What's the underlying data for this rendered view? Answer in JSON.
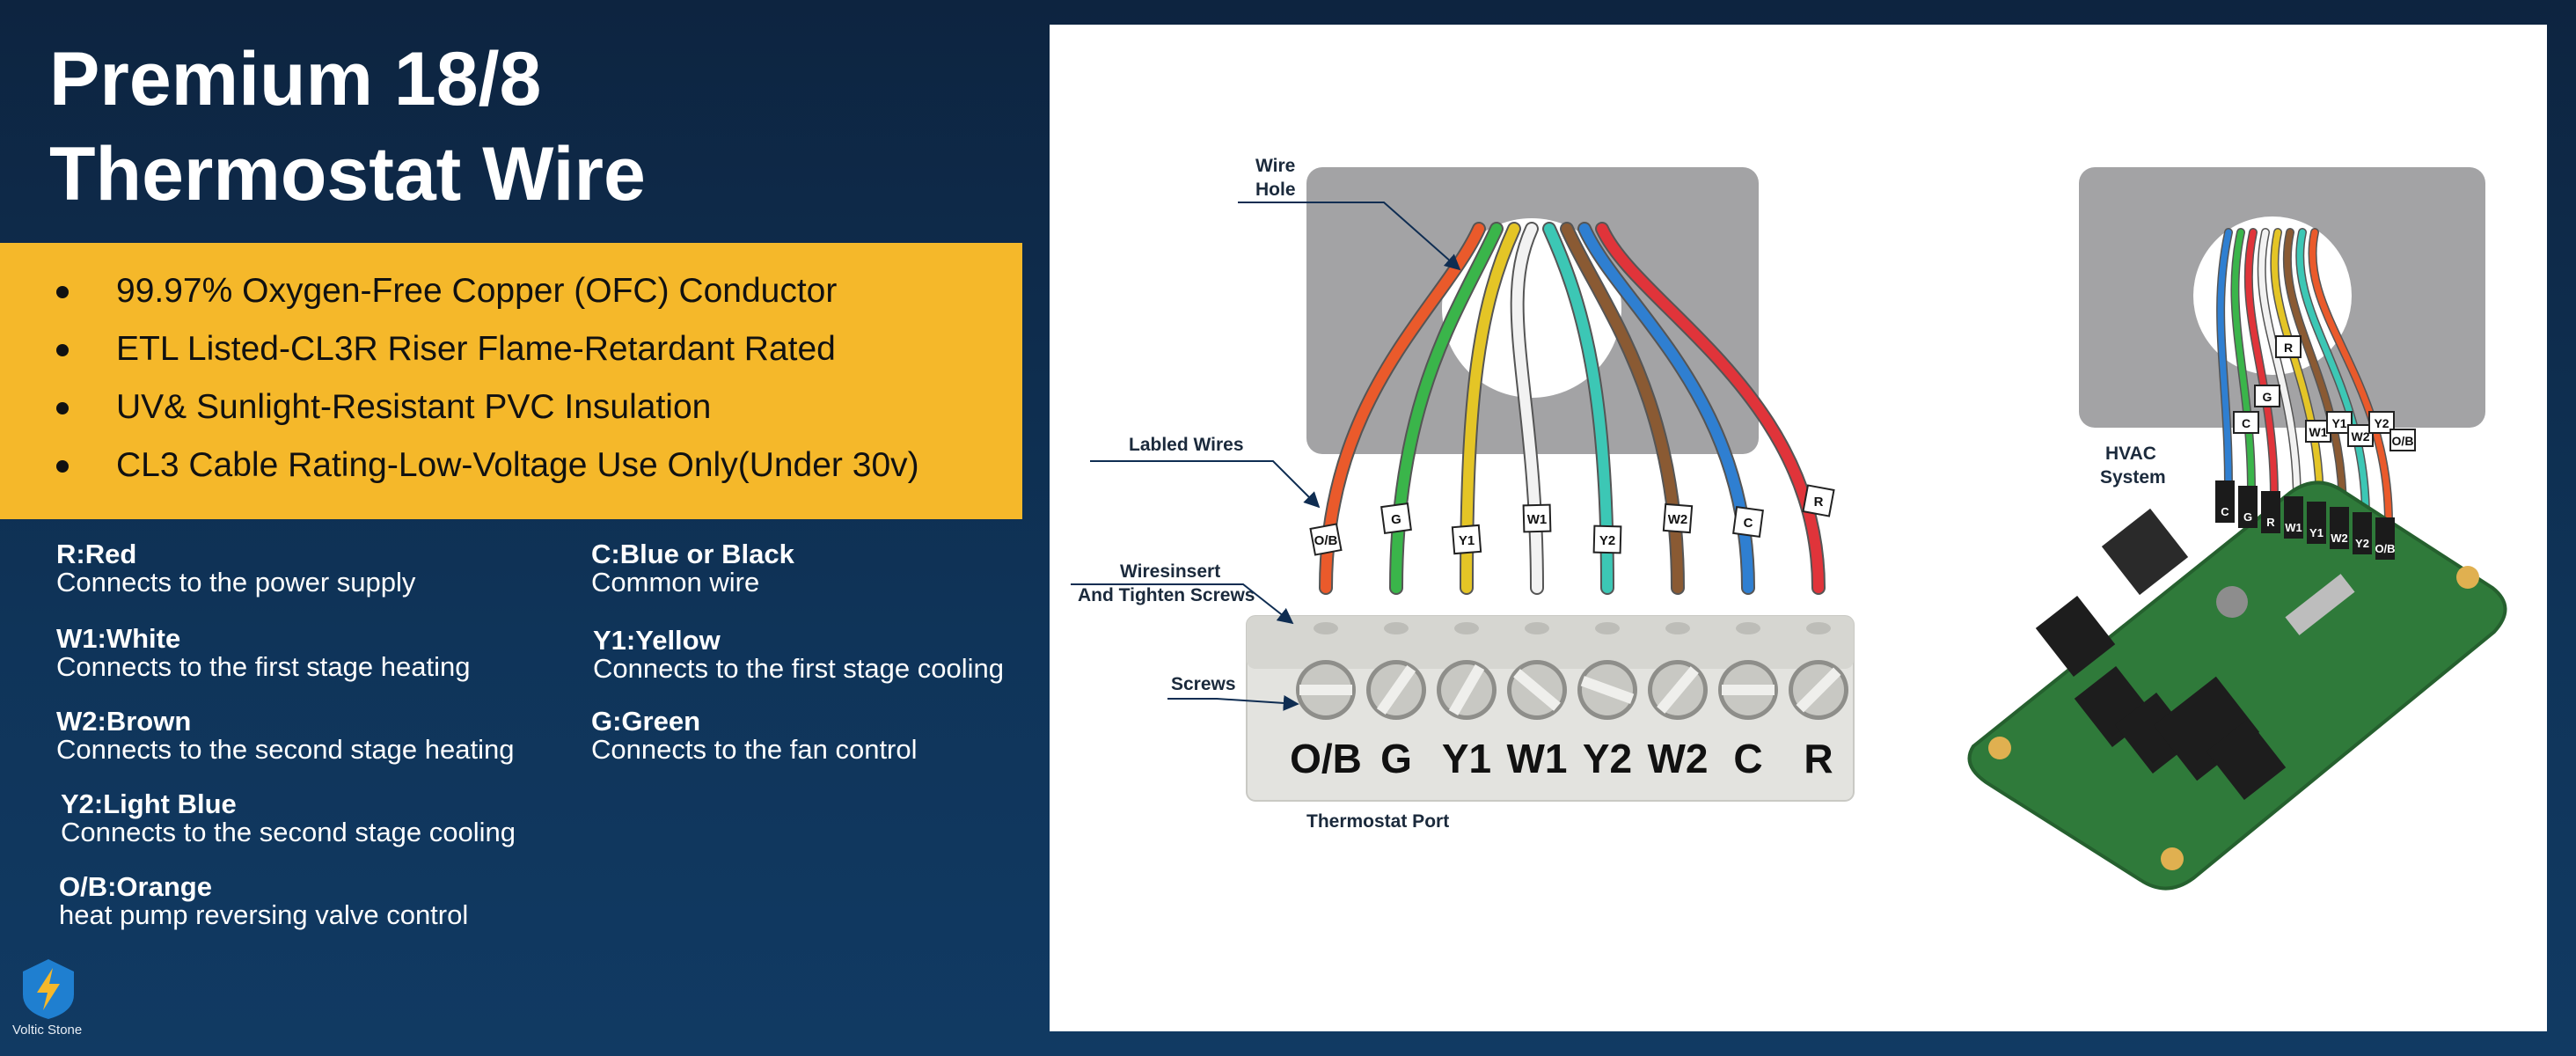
{
  "title": {
    "line1": "Premium 18/8",
    "line2": "Thermostat Wire"
  },
  "features": [
    "99.97% Oxygen-Free Copper (OFC) Conductor",
    "ETL Listed-CL3R Riser Flame-Retardant Rated",
    "UV& Sunlight-Resistant PVC Insulation",
    "CL3 Cable Rating-Low-Voltage Use Only(Under 30v)"
  ],
  "wires_left": [
    {
      "code": "R:Red",
      "desc": "Connects to the power supply"
    },
    {
      "code": "W1:White",
      "desc": "Connects to the first stage heating"
    },
    {
      "code": "W2:Brown",
      "desc": "Connects to the second stage heating"
    },
    {
      "code": "Y2:Light Blue",
      "desc": "Connects to the second stage cooling"
    },
    {
      "code": "O/B:Orange",
      "desc": "heat pump reversing valve control"
    }
  ],
  "wires_right": [
    {
      "code": "C:Blue or Black",
      "desc": "Common wire"
    },
    {
      "code": "Y1:Yellow",
      "desc": "Connects to the first stage cooling"
    },
    {
      "code": "G:Green",
      "desc": "Connects to the fan control"
    }
  ],
  "brand": {
    "name": "Voltic Stone"
  },
  "diagram": {
    "callouts": {
      "wire_hole_1": "Wire",
      "wire_hole_2": "Hole",
      "labeled_wires": "Labled Wires",
      "insert_1": "Wiresinsert",
      "insert_2": "And Tighten Screws",
      "screws": "Screws",
      "port": "Thermostat Port",
      "hvac_1": "HVAC",
      "hvac_2": "System"
    },
    "terminals": [
      "O/B",
      "G",
      "Y1",
      "W1",
      "Y2",
      "W2",
      "C",
      "R"
    ],
    "board_pins": [
      "C",
      "G",
      "R",
      "W1",
      "Y1",
      "W2",
      "Y2",
      "O/B"
    ],
    "board_tags": [
      "C",
      "G",
      "R",
      "W1",
      "Y1",
      "W2",
      "Y2",
      "O/B"
    ],
    "colors": {
      "O/B": "#ea5a2b",
      "G": "#3ab54a",
      "Y1": "#e4c526",
      "W1": "#f2f2f2",
      "Y2": "#3cc7b5",
      "W2": "#8a5a33",
      "C": "#2f7fd1",
      "R": "#e0343a"
    }
  },
  "accent_colors": {
    "background": "#0f3459",
    "feature_band": "#f5b82a",
    "pcb": "#2f7a3a"
  }
}
